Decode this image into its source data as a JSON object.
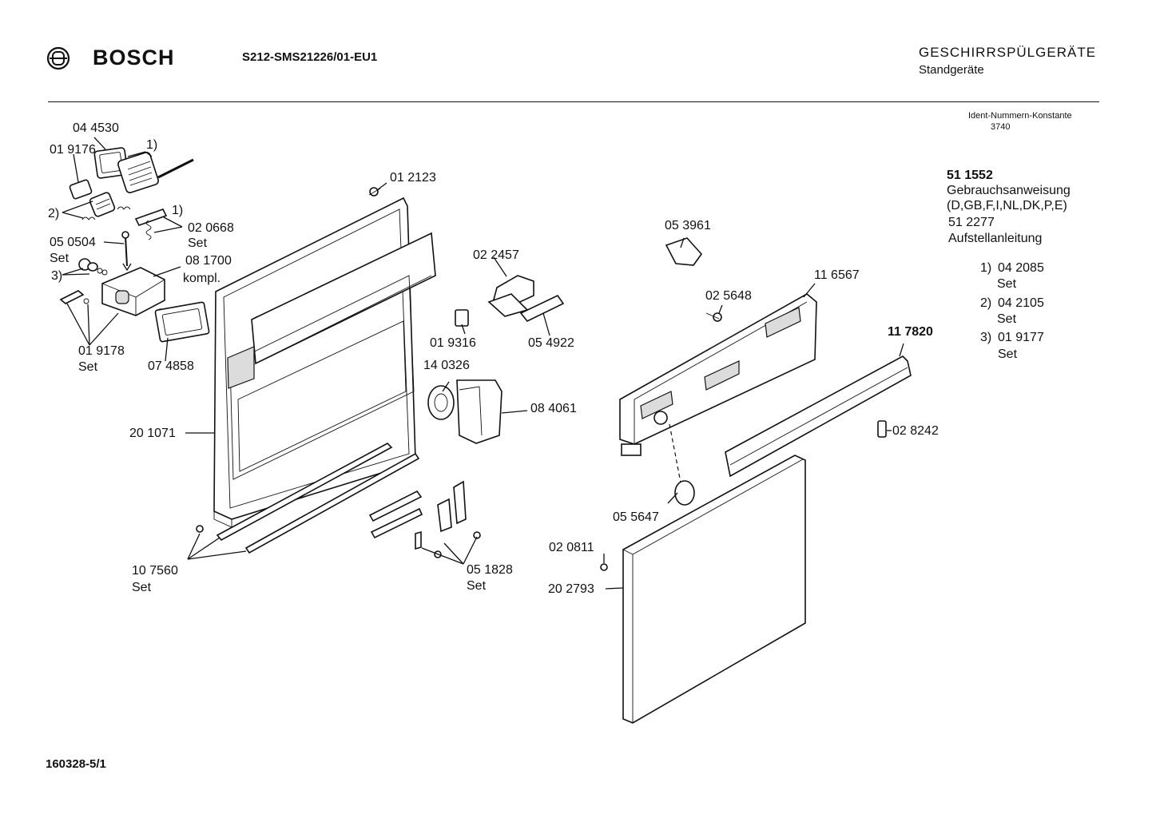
{
  "header": {
    "brand": "BOSCH",
    "model": "S212-SMS21226/01-EU1",
    "category_title": "GESCHIRRSPÜLGERÄTE",
    "category_sub": "Standgeräte",
    "ident_label": "Ident-Nummern-Konstante",
    "ident_value": "3740"
  },
  "docs": {
    "manual_number": "51 1552",
    "manual_title": "Gebrauchsanweisung",
    "manual_langs": "(D,GB,F,I,NL,DK,P,E)",
    "install_number": "51 2277",
    "install_title": "Aufstellanleitung"
  },
  "legend": [
    {
      "key": "1)",
      "part": "04 2085",
      "note": "Set"
    },
    {
      "key": "2)",
      "part": "04 2105",
      "note": "Set"
    },
    {
      "key": "3)",
      "part": "01 9177",
      "note": "Set"
    }
  ],
  "parts": {
    "p044530": "04 4530",
    "p019176": "01 9176",
    "mark1a": "1)",
    "mark2": "2)",
    "mark1b": "1)",
    "p020668": "02 0668",
    "p020668_set": "Set",
    "p050504": "05 0504",
    "p050504_set": "Set",
    "mark3": "3)",
    "p081700": "08 1700",
    "p081700_kompl": "kompl.",
    "p019178": "01 9178",
    "p019178_set": "Set",
    "p074858": "07 4858",
    "p012123": "01 2123",
    "p201071": "20 1071",
    "p022457": "02 2457",
    "p019316": "01 9316",
    "p054922": "05 4922",
    "p140326": "14 0326",
    "p084061": "08 4061",
    "p107560": "10 7560",
    "p107560_set": "Set",
    "p051828": "05 1828",
    "p051828_set": "Set",
    "p053961": "05 3961",
    "p025648": "02 5648",
    "p116567": "11 6567",
    "p117820": "11 7820",
    "p028242": "02 8242",
    "p055647": "05 5647",
    "p020811": "02 0811",
    "p202793": "20 2793"
  },
  "footer": {
    "code": "160328-5/1"
  }
}
